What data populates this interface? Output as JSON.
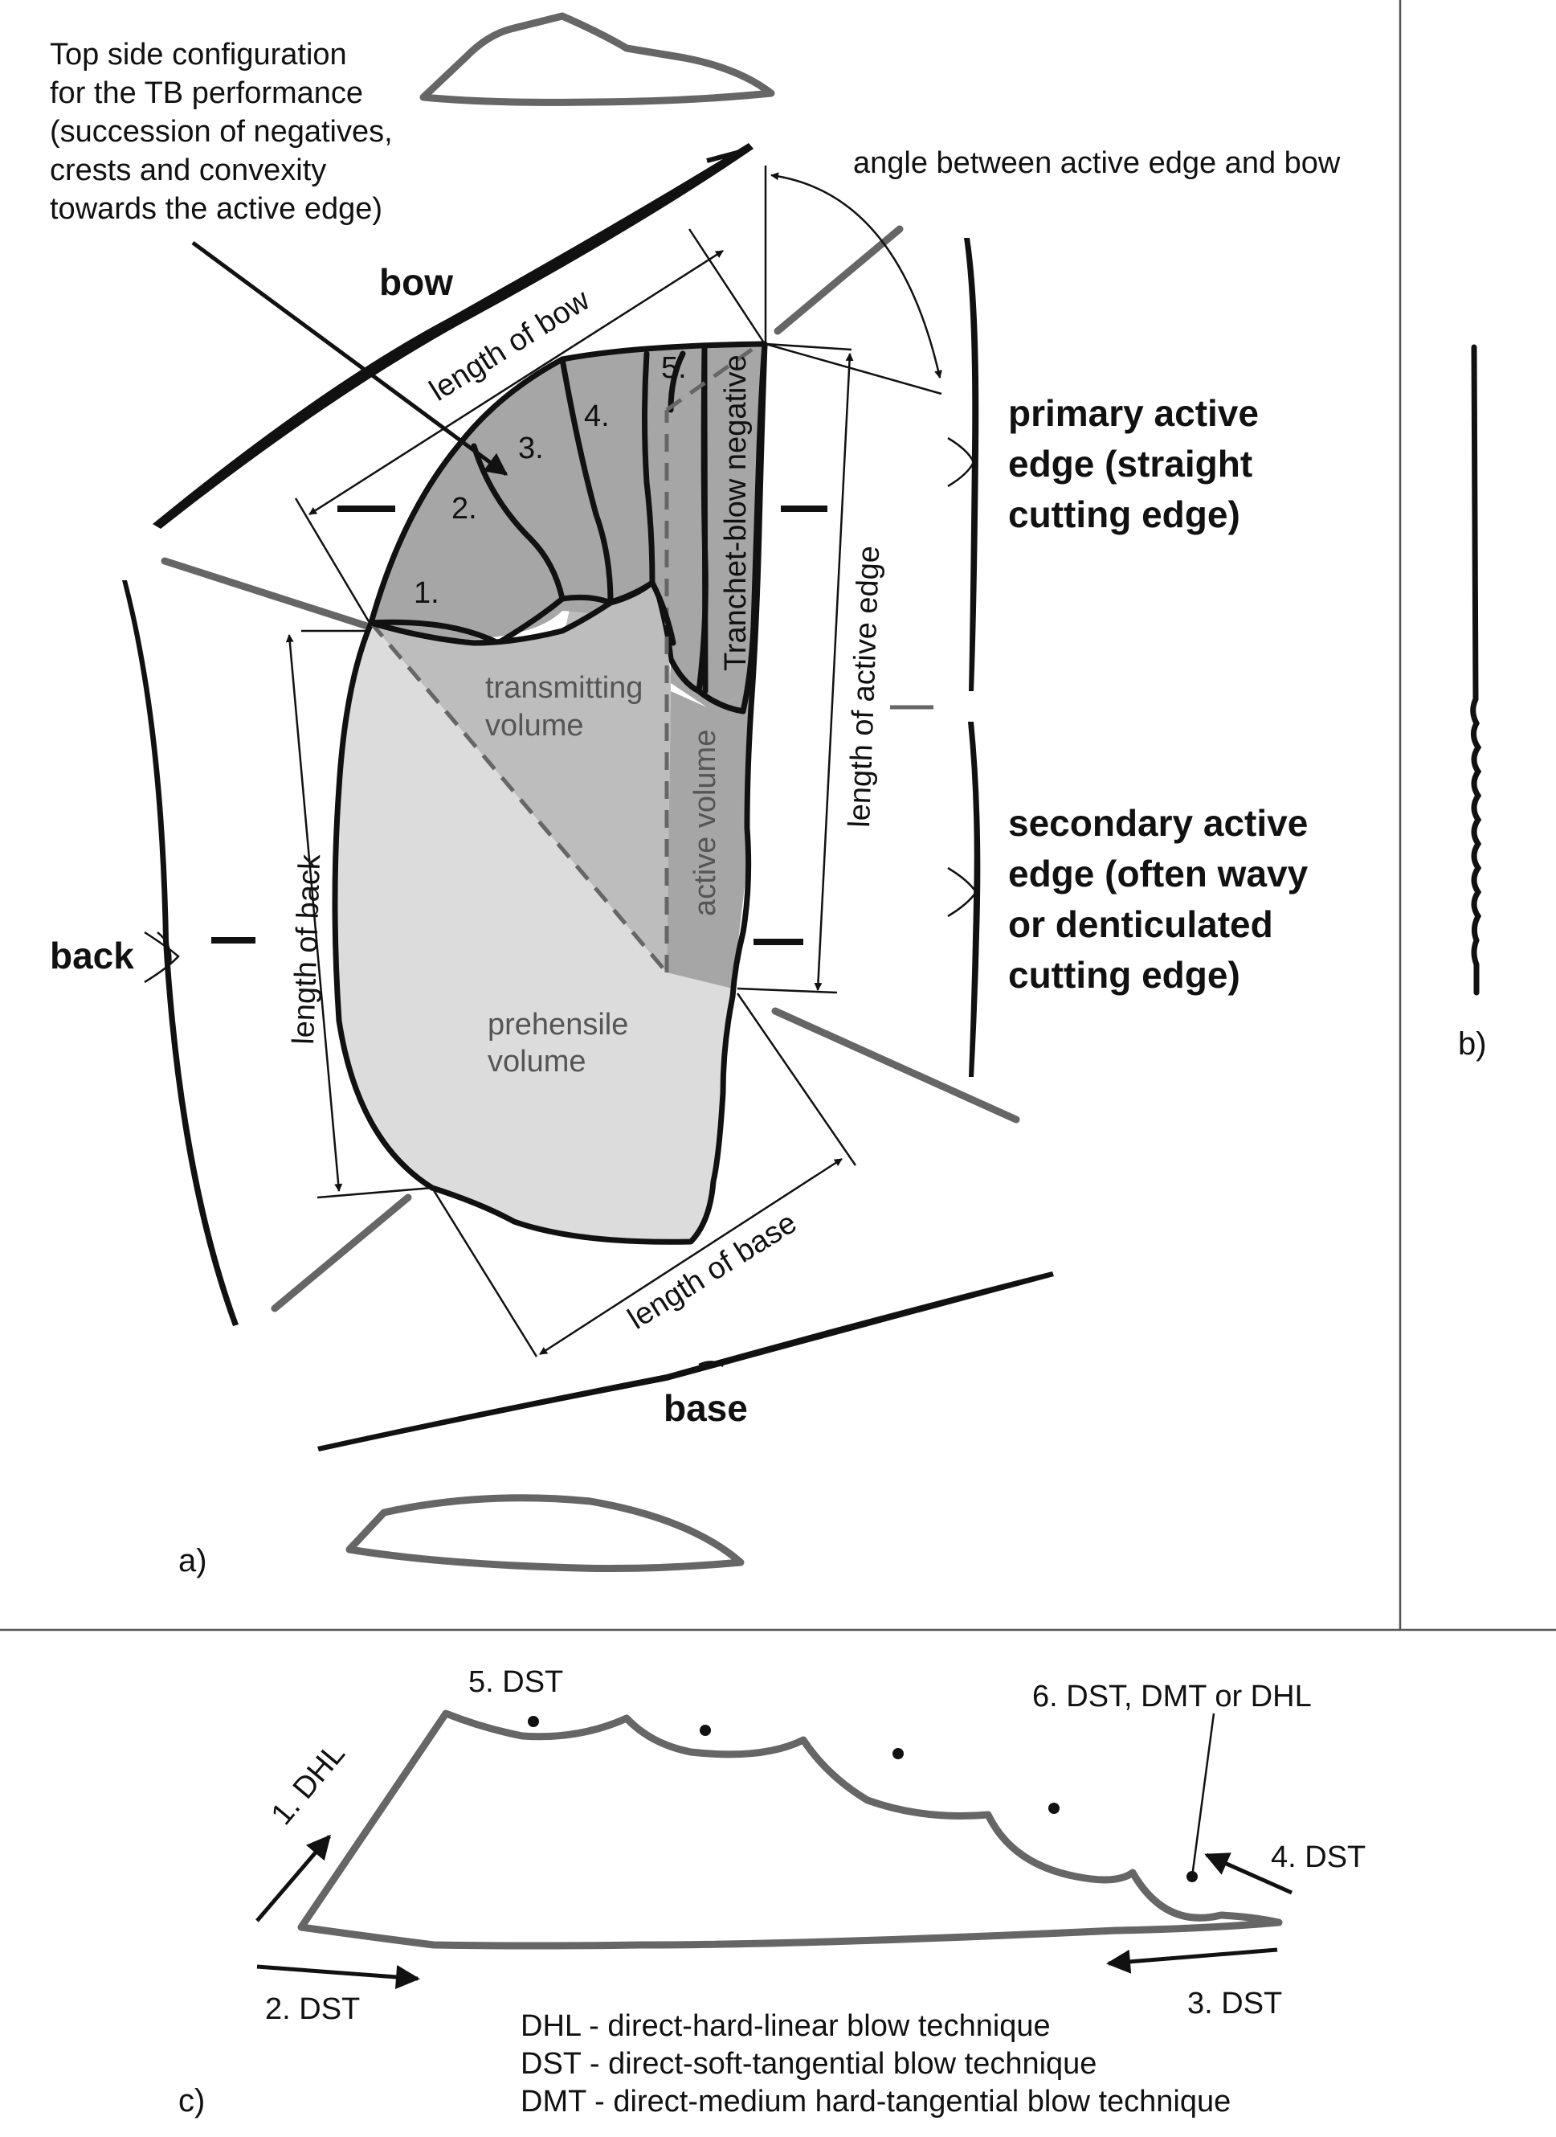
{
  "panel_a": {
    "label": "a)",
    "note_top": [
      "Top side configuration",
      "for the TB performance",
      "(succession of negatives,",
      "crests and convexity",
      "towards the active edge)"
    ],
    "angle_label": "angle between active edge and bow",
    "bow": "bow",
    "back": "back",
    "base": "base",
    "length_bow": "length of bow",
    "length_back": "length of back",
    "length_base": "length of base",
    "length_active": "length of active edge",
    "primary_edge": [
      "primary active",
      "edge (straight",
      "cutting edge)"
    ],
    "secondary_edge": [
      "secondary active",
      "edge (often wavy",
      "or denticulated",
      "cutting edge)"
    ],
    "transmitting": [
      "transmitting",
      "volume"
    ],
    "prehensile": [
      "prehensile",
      "volume"
    ],
    "active_volume": "active volume",
    "tranchet": "Tranchet-blow negative",
    "negatives": [
      "1.",
      "2.",
      "3.",
      "4.",
      "5."
    ]
  },
  "panel_b": {
    "label": "b)"
  },
  "panel_c": {
    "label": "c)",
    "step1": "1. DHL",
    "step2": "2. DST",
    "step3": "3. DST",
    "step4": "4. DST",
    "step5": "5. DST",
    "step6": "6. DST, DMT or DHL",
    "legend": [
      "DHL - direct-hard-linear blow technique",
      "DST - direct-soft-tangential blow technique",
      "DMT - direct-medium hard-tangential blow technique"
    ]
  },
  "colors": {
    "dark_gray": "#a6a6a6",
    "mid_gray": "#bdbdbd",
    "light_gray": "#dcdcdc",
    "line_gray": "#666666"
  }
}
